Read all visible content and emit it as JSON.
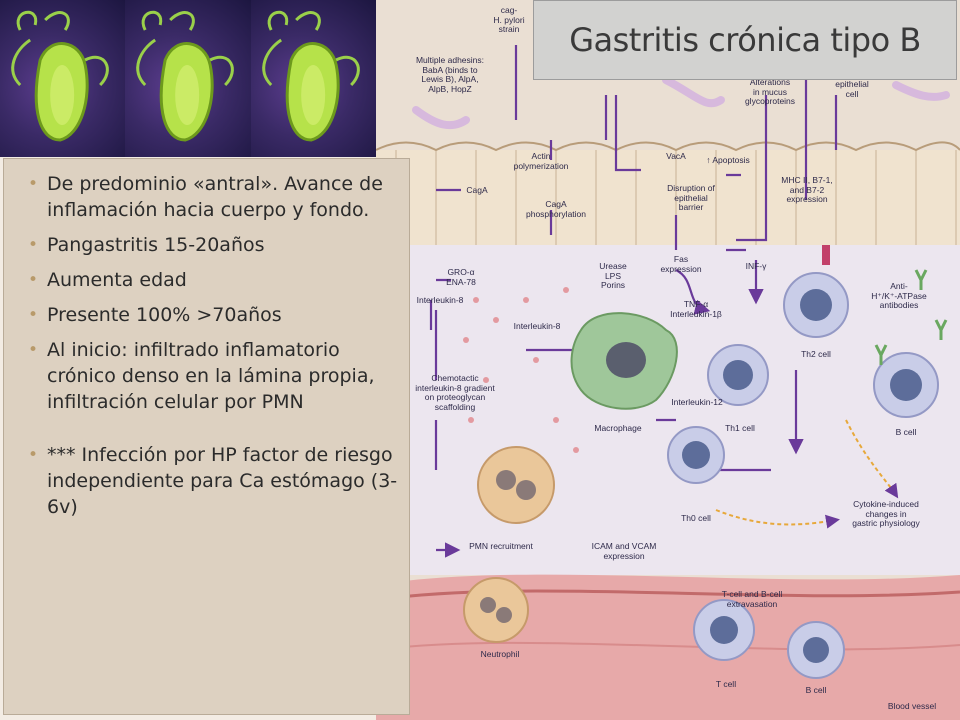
{
  "title": "Gastritis crónica tipo B",
  "bullets": [
    "De predominio «antral». Avance de inflamación hacia cuerpo y fondo.",
    "Pangastritis 15-20años",
    "Aumenta edad",
    "Presente 100% >70años",
    "Al inicio: infiltrado inflamatorio crónico denso en la lámina propia, infiltración celular por PMN",
    "*** Infección por HP factor de riesgo independiente para Ca estómago (3-6v)"
  ],
  "diagram": {
    "labels": [
      "cag-\nH. pylori\nstrain",
      "Multiple adhesins:\nBabA (binds to\nLewis B), AlpA,\nAlpB, HopZ",
      "Alterations\nin mucus\nglycoproteins",
      "epithelial\ncell",
      "Actin\npolymerization",
      "VacA",
      "↑ Apoptosis",
      "CagA",
      "Disruption of\nepithelial\nbarrier",
      "MHC II, B7-1,\nand B7-2\nexpression",
      "CagA\nphosphorylation",
      "Urease\nLPS\nPorins",
      "Fas\nexpression",
      "INF-γ",
      "GRO-α\nENA-78",
      "Interleukin-8",
      "Anti-\nH⁺/K⁺-ATPase\nantibodies",
      "TNF-α\nInterleukin-1β",
      "Interleukin-8",
      "Th2 cell",
      "Chemotactic\ninterleukin-8 gradient\non proteoglycan\nscaffolding",
      "Interleukin-12",
      "Th1 cell",
      "B cell",
      "Macrophage",
      "Th0 cell",
      "Cytokine-induced\nchanges in\ngastric physiology",
      "PMN recruitment",
      "ICAM and VCAM\nexpression",
      "T-cell and B-cell\nextravasation",
      "Neutrophil",
      "T cell",
      "B cell",
      "Blood vessel"
    ]
  },
  "colors": {
    "title_bg": "#d2d2d0",
    "panel_bg": "#ddd1c1",
    "bullet": "#b89a6a",
    "arrow": "#6a3a9a"
  }
}
